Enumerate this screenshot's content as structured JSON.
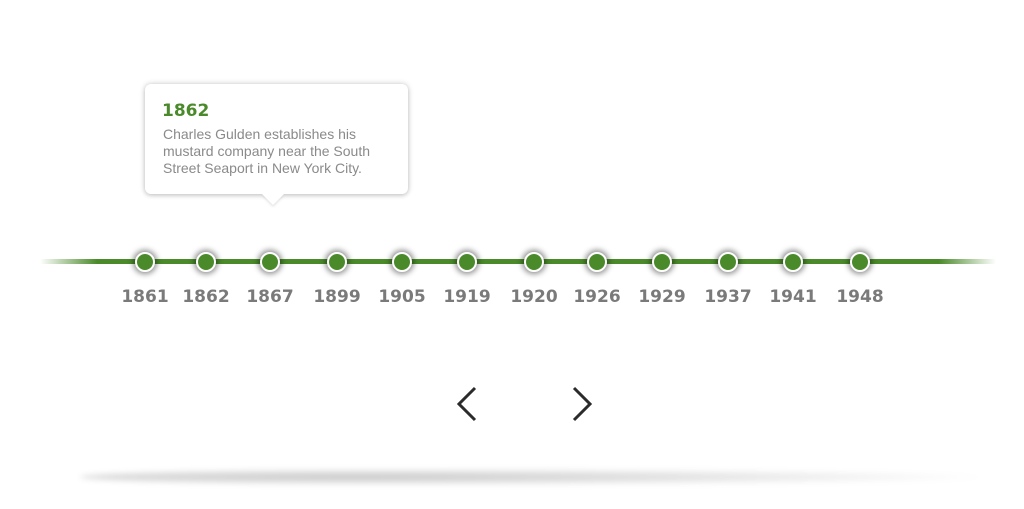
{
  "tooltip": {
    "year": "1862",
    "text": "Charles Gulden establishes his mustard company near the South Street Seaport in New York City."
  },
  "timeline": {
    "years": [
      "1861",
      "1862",
      "1867",
      "1899",
      "1905",
      "1919",
      "1920",
      "1926",
      "1929",
      "1937",
      "1941",
      "1948"
    ],
    "selected_index": 1
  },
  "nav": {
    "prev_icon": "chevron-left-icon",
    "next_icon": "chevron-right-icon"
  },
  "colors": {
    "accent": "#4a8a2a",
    "label": "#7a7a7a",
    "body_text": "#8a8a8a"
  }
}
